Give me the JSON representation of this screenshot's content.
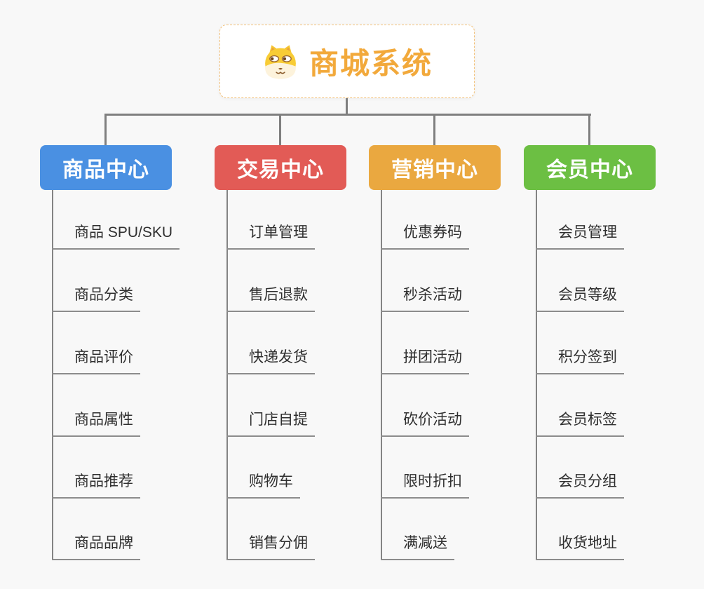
{
  "root": {
    "title": "商城系统",
    "title_color": "#f2a93b",
    "border_color": "#f3c077",
    "logo_icon": "shiba-dog-face-icon"
  },
  "line_color": "#7f7f7f",
  "branches": [
    {
      "label": "商品中心",
      "color": "#4a90e2",
      "items": [
        "商品 SPU/SKU",
        "商品分类",
        "商品评价",
        "商品属性",
        "商品推荐",
        "商品品牌"
      ]
    },
    {
      "label": "交易中心",
      "color": "#e25b56",
      "items": [
        "订单管理",
        "售后退款",
        "快递发货",
        "门店自提",
        "购物车",
        "销售分佣"
      ]
    },
    {
      "label": "营销中心",
      "color": "#eaa840",
      "items": [
        "优惠券码",
        "秒杀活动",
        "拼团活动",
        "砍价活动",
        "限时折扣",
        "满减送"
      ]
    },
    {
      "label": "会员中心",
      "color": "#6cbf43",
      "items": [
        "会员管理",
        "会员等级",
        "积分签到",
        "会员标签",
        "会员分组",
        "收货地址"
      ]
    }
  ]
}
